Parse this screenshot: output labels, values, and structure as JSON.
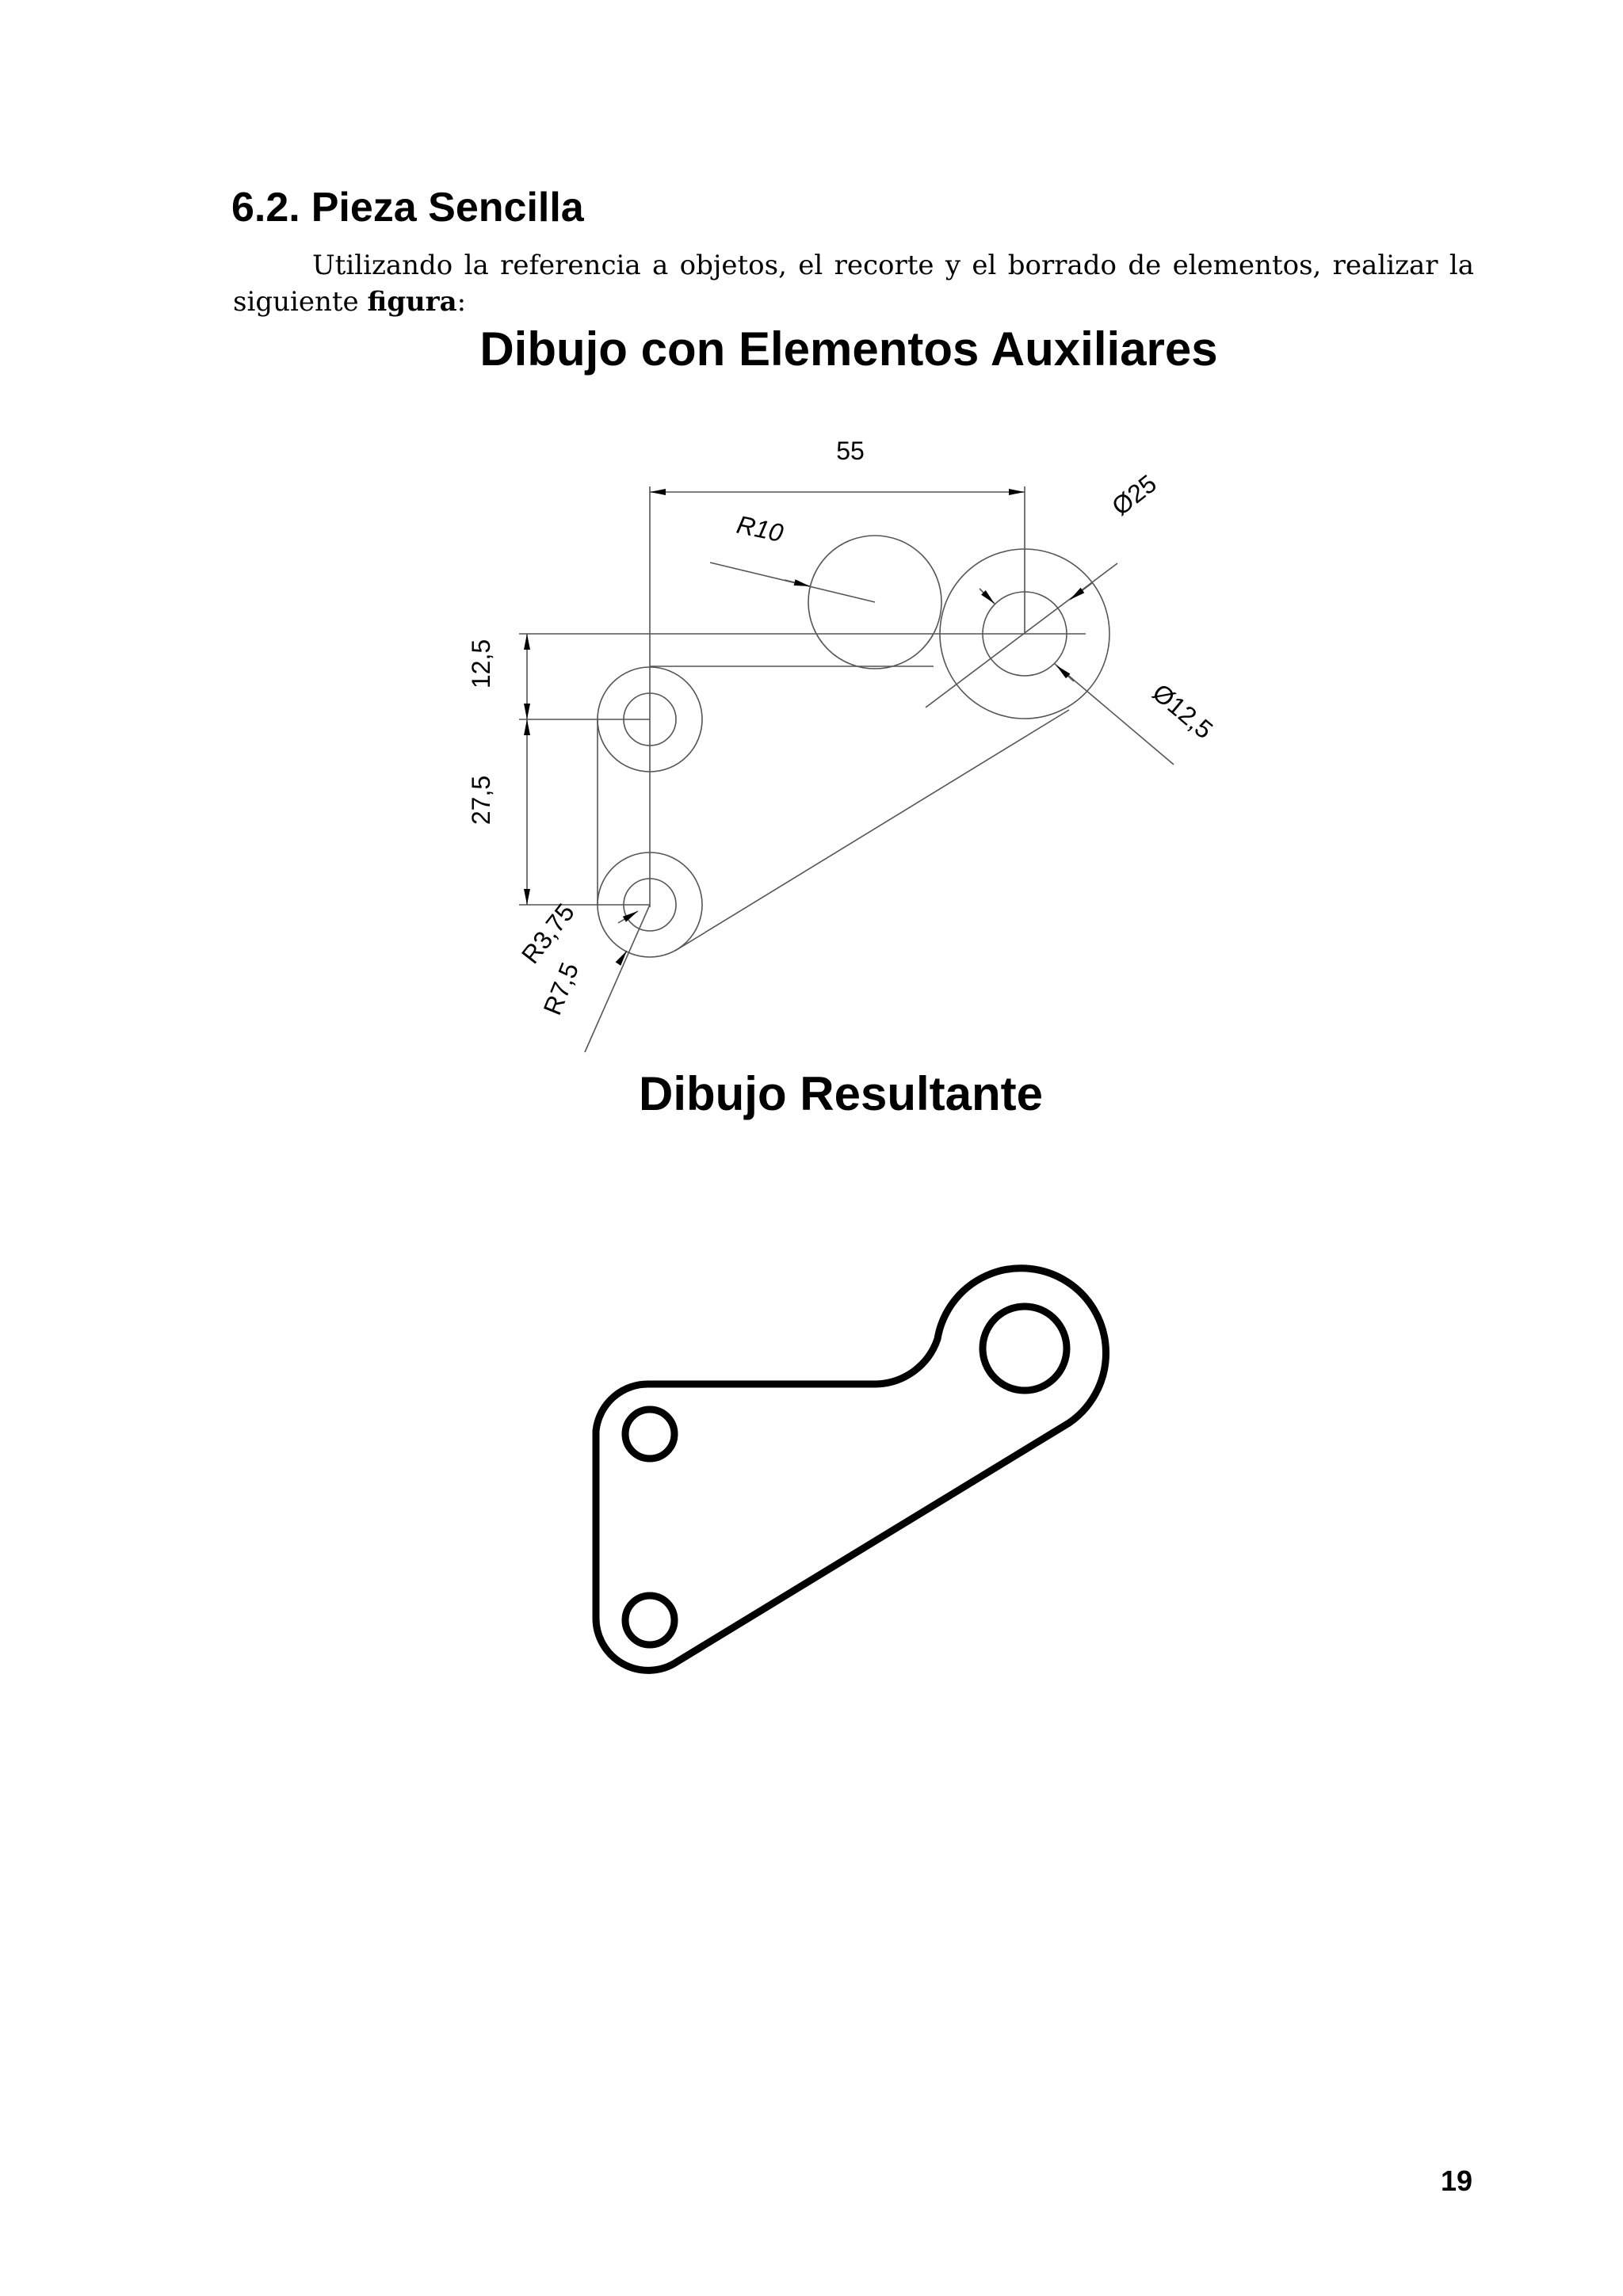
{
  "section": {
    "number": "6.2.",
    "title": "Pieza Sencilla"
  },
  "paragraph": {
    "text_before": "Utilizando la referencia a objetos, el recorte y el borrado de elementos, realizar la siguiente ",
    "bold_word": "figura",
    "text_after": ":"
  },
  "figure_auxiliary": {
    "title": "Dibujo con Elementos Auxiliares",
    "dimensions": {
      "width_55": "55",
      "radius_10": "R10",
      "diameter_25": "Ø25",
      "diameter_12_5": "Ø12,5",
      "height_12_5": "12,5",
      "height_27_5": "27,5",
      "radius_3_75": "R3,75",
      "radius_7_5": "R7,5"
    }
  },
  "figure_result": {
    "title": "Dibujo Resultante"
  },
  "page_number": "19"
}
